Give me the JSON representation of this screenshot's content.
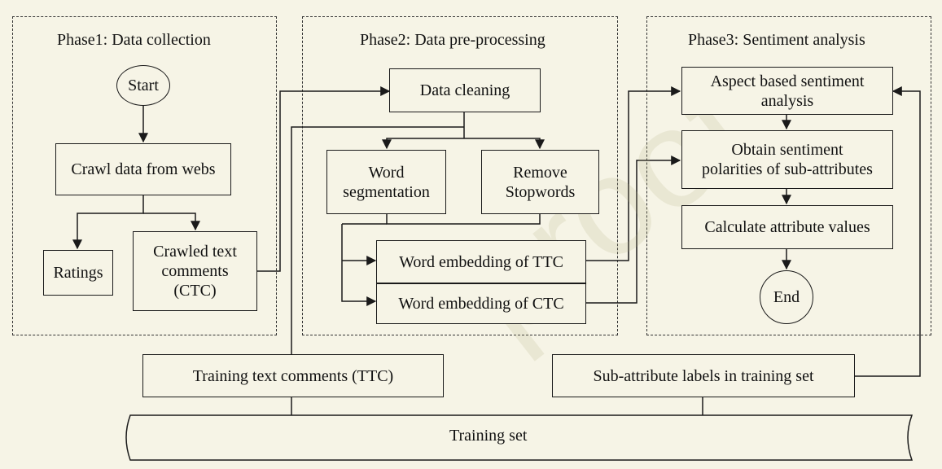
{
  "phases": {
    "p1": "Phase1: Data collection",
    "p2": "Phase2: Data pre-processing",
    "p3": "Phase3: Sentiment analysis"
  },
  "nodes": {
    "start": "Start",
    "crawl": "Crawl data from webs",
    "ratings": "Ratings",
    "ctc": "Crawled text\ncomments\n(CTC)",
    "cleaning": "Data cleaning",
    "wordseg": "Word\nsegmentation",
    "stopwords": "Remove\nStopwords",
    "emb_ttc": "Word embedding of TTC",
    "emb_ctc": "Word embedding of CTC",
    "absa": "Aspect based sentiment\nanalysis",
    "polarities": "Obtain sentiment\npolarities of sub-attributes",
    "calc": "Calculate attribute values",
    "end": "End",
    "ttc": "Training text comments (TTC)",
    "sublabels": "Sub-attribute labels in training set",
    "trainset": "Training set"
  },
  "watermark": "proof"
}
